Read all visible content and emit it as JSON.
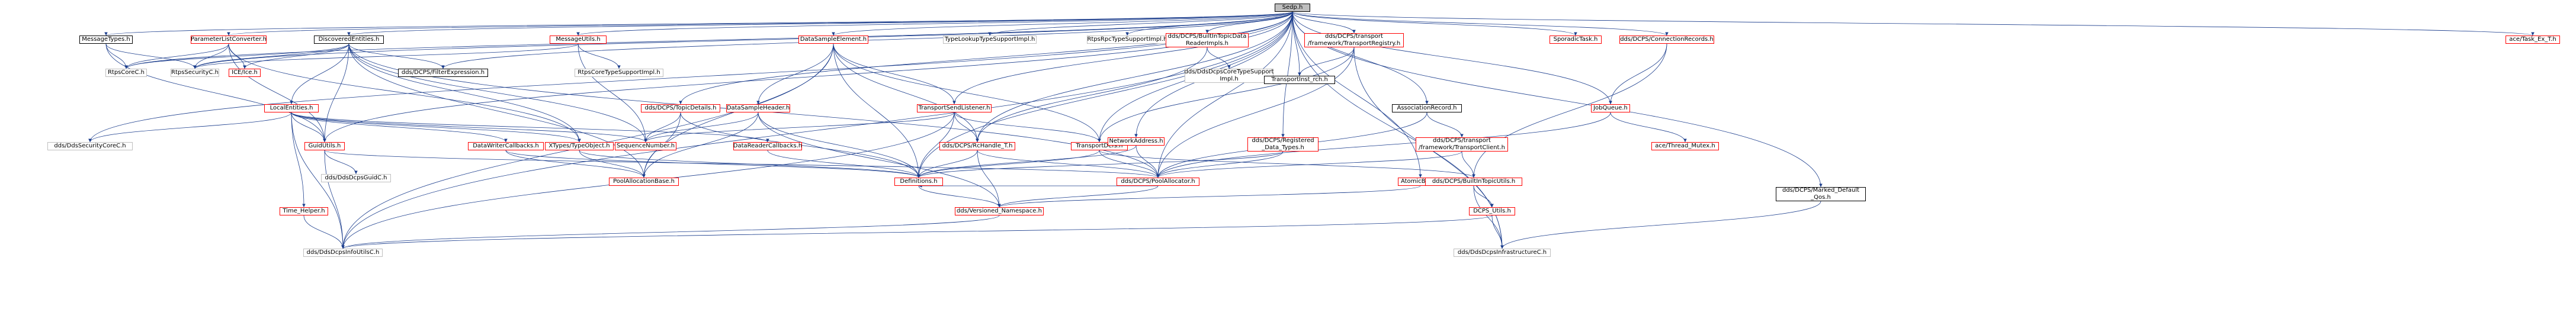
{
  "diagram": {
    "root": "Sedp.h",
    "nodes": [
      {
        "id": "sedp",
        "label": "Sedp.h",
        "kind": "root"
      },
      {
        "id": "msgtypes",
        "label": "MessageTypes.h",
        "kind": "black"
      },
      {
        "id": "plc",
        "label": "ParameterListConverter.h",
        "kind": "red"
      },
      {
        "id": "disc",
        "label": "DiscoveredEntities.h",
        "kind": "black"
      },
      {
        "id": "msgutils",
        "label": "MessageUtils.h",
        "kind": "red"
      },
      {
        "id": "dse",
        "label": "DataSampleElement.h",
        "kind": "red"
      },
      {
        "id": "typelookup",
        "label": "TypeLookupTypeSupportImpl.h",
        "kind": "gray"
      },
      {
        "id": "rtpsrpc",
        "label": "RtpsRpcTypeSupportImpl.h",
        "kind": "gray"
      },
      {
        "id": "builtintopic",
        "label": "dds/DCPS/BuiltInTopicData\nReaderImpls.h",
        "kind": "red"
      },
      {
        "id": "treg",
        "label": "dds/DCPS/transport\n/framework/TransportRegistry.h",
        "kind": "red"
      },
      {
        "id": "sporadic",
        "label": "SporadicTask.h",
        "kind": "red"
      },
      {
        "id": "connrec",
        "label": "dds/DCPS/ConnectionRecords.h",
        "kind": "red"
      },
      {
        "id": "acetask",
        "label": "ace/Task_Ex_T.h",
        "kind": "red"
      },
      {
        "id": "rtpscore",
        "label": "RtpsCoreC.h",
        "kind": "gray"
      },
      {
        "id": "rtpssec",
        "label": "RtpsSecurityC.h",
        "kind": "gray"
      },
      {
        "id": "ice",
        "label": "ICE/Ice.h",
        "kind": "red"
      },
      {
        "id": "filterseq",
        "label": "dds/DCPS/FilterExpression.h",
        "kind": "black"
      },
      {
        "id": "rtpscorets",
        "label": "RtpsCoreTypeSupportImpl.h",
        "kind": "gray"
      },
      {
        "id": "topicdetails",
        "label": "dds/DCPS/TopicDetails.h",
        "kind": "red"
      },
      {
        "id": "dsh",
        "label": "DataSampleHeader.h",
        "kind": "red"
      },
      {
        "id": "tsl",
        "label": "TransportSendListener.h",
        "kind": "red"
      },
      {
        "id": "ddscore",
        "label": "dds/DdsDcpsCoreTypeSupport\nImpl.h",
        "kind": "gray"
      },
      {
        "id": "transportinst",
        "label": "TransportInst_rch.h",
        "kind": "black"
      },
      {
        "id": "assocrec",
        "label": "AssociationRecord.h",
        "kind": "black"
      },
      {
        "id": "jobqueue",
        "label": "JobQueue.h",
        "kind": "red"
      },
      {
        "id": "localent",
        "label": "LocalEntities.h",
        "kind": "red"
      },
      {
        "id": "ddssec",
        "label": "dds/DdsSecurityCoreC.h",
        "kind": "gray"
      },
      {
        "id": "guidutils",
        "label": "GuidUtils.h",
        "kind": "red"
      },
      {
        "id": "dwcb",
        "label": "DataWriterCallbacks.h",
        "kind": "red"
      },
      {
        "id": "xtypes",
        "label": "XTypes/TypeObject.h",
        "kind": "red"
      },
      {
        "id": "seqnum",
        "label": "SequenceNumber.h",
        "kind": "red"
      },
      {
        "id": "drcb",
        "label": "DataReaderCallbacks.h",
        "kind": "red"
      },
      {
        "id": "rchandle",
        "label": "dds/DCPS/RcHandle_T.h",
        "kind": "red"
      },
      {
        "id": "transportdefs",
        "label": "TransportDefs.h",
        "kind": "red"
      },
      {
        "id": "netaddr",
        "label": "NetworkAddress.h",
        "kind": "red"
      },
      {
        "id": "registered",
        "label": "dds/DCPS/Registered\n_Data_Types.h",
        "kind": "red"
      },
      {
        "id": "tclient",
        "label": "dds/DCPS/transport\n/framework/TransportClient.h",
        "kind": "red"
      },
      {
        "id": "threadmutex",
        "label": "ace/Thread_Mutex.h",
        "kind": "red"
      },
      {
        "id": "ddsguid",
        "label": "dds/DdsDcpsGuidC.h",
        "kind": "gray"
      },
      {
        "id": "poolalloc",
        "label": "PoolAllocationBase.h",
        "kind": "red"
      },
      {
        "id": "definitions",
        "label": "Definitions.h",
        "kind": "red"
      },
      {
        "id": "pooldcps",
        "label": "dds/DCPS/PoolAllocator.h",
        "kind": "red"
      },
      {
        "id": "atomicbool",
        "label": "AtomicBool.h",
        "kind": "red"
      },
      {
        "id": "builtinutils",
        "label": "dds/DCPS/BuiltInTopicUtils.h",
        "kind": "red"
      },
      {
        "id": "timehelper",
        "label": "Time_Helper.h",
        "kind": "red"
      },
      {
        "id": "versioned",
        "label": "dds/Versioned_Namespace.h",
        "kind": "red"
      },
      {
        "id": "dcpsutils",
        "label": "DCPS_Utils.h",
        "kind": "red"
      },
      {
        "id": "markeddefault",
        "label": "dds/DCPS/Marked_Default\n_Qos.h",
        "kind": "black"
      },
      {
        "id": "ddsinfo",
        "label": "dds/DdsDcpsInfoUtilsC.h",
        "kind": "gray"
      },
      {
        "id": "ddsinfra",
        "label": "dds/DdsDcpsInfrastructureC.h",
        "kind": "gray"
      }
    ],
    "edges": [
      [
        "sedp",
        "msgtypes"
      ],
      [
        "sedp",
        "plc"
      ],
      [
        "sedp",
        "disc"
      ],
      [
        "sedp",
        "msgutils"
      ],
      [
        "sedp",
        "dse"
      ],
      [
        "sedp",
        "typelookup"
      ],
      [
        "sedp",
        "rtpsrpc"
      ],
      [
        "sedp",
        "builtintopic"
      ],
      [
        "sedp",
        "treg"
      ],
      [
        "sedp",
        "sporadic"
      ],
      [
        "sedp",
        "connrec"
      ],
      [
        "sedp",
        "acetask"
      ],
      [
        "sedp",
        "jobqueue"
      ],
      [
        "sedp",
        "markeddefault"
      ],
      [
        "sedp",
        "ddsinfo"
      ],
      [
        "sedp",
        "definitions"
      ],
      [
        "sedp",
        "pooldcps"
      ],
      [
        "sedp",
        "tsl"
      ],
      [
        "sedp",
        "assocrec"
      ],
      [
        "sedp",
        "transportinst"
      ],
      [
        "sedp",
        "rchandle"
      ],
      [
        "sedp",
        "rtpscore"
      ],
      [
        "sedp",
        "rtpssec"
      ],
      [
        "sedp",
        "filterseq"
      ],
      [
        "sedp",
        "topicdetails"
      ],
      [
        "sedp",
        "netaddr"
      ],
      [
        "sedp",
        "registered"
      ],
      [
        "sedp",
        "atomicbool"
      ],
      [
        "sedp",
        "transportdefs"
      ],
      [
        "sedp",
        "ddsinfra"
      ],
      [
        "sedp",
        "ddssec"
      ],
      [
        "sedp",
        "guidutils"
      ],
      [
        "msgtypes",
        "rtpscore"
      ],
      [
        "msgtypes",
        "rtpssec"
      ],
      [
        "msgtypes",
        "guidutils"
      ],
      [
        "plc",
        "rtpscore"
      ],
      [
        "plc",
        "rtpssec"
      ],
      [
        "plc",
        "ice"
      ],
      [
        "plc",
        "guidutils"
      ],
      [
        "plc",
        "xtypes"
      ],
      [
        "disc",
        "rtpscore"
      ],
      [
        "disc",
        "rtpssec"
      ],
      [
        "disc",
        "ice"
      ],
      [
        "disc",
        "filterseq"
      ],
      [
        "disc",
        "localent"
      ],
      [
        "disc",
        "xtypes"
      ],
      [
        "disc",
        "seqnum"
      ],
      [
        "disc",
        "guidutils"
      ],
      [
        "disc",
        "pooldcps"
      ],
      [
        "disc",
        "poolalloc"
      ],
      [
        "msgutils",
        "rtpscorets"
      ],
      [
        "msgutils",
        "rtpssec"
      ],
      [
        "msgutils",
        "seqnum"
      ],
      [
        "dse",
        "dsh"
      ],
      [
        "dse",
        "tsl"
      ],
      [
        "dse",
        "definitions"
      ],
      [
        "dse",
        "rchandle"
      ],
      [
        "dse",
        "transportdefs"
      ],
      [
        "dse",
        "poolalloc"
      ],
      [
        "dse",
        "ddsinfo"
      ],
      [
        "topicdetails",
        "poolalloc"
      ],
      [
        "topicdetails",
        "definitions"
      ],
      [
        "topicdetails",
        "seqnum"
      ],
      [
        "dsh",
        "seqnum"
      ],
      [
        "dsh",
        "definitions"
      ],
      [
        "dsh",
        "poolalloc"
      ],
      [
        "dsh",
        "versioned"
      ],
      [
        "tsl",
        "rchandle"
      ],
      [
        "tsl",
        "transportdefs"
      ],
      [
        "tsl",
        "definitions"
      ],
      [
        "tsl",
        "seqnum"
      ],
      [
        "tsl",
        "ddsinfo"
      ],
      [
        "builtintopic",
        "ddscore"
      ],
      [
        "builtintopic",
        "rchandle"
      ],
      [
        "treg",
        "transportinst"
      ],
      [
        "treg",
        "pooldcps"
      ],
      [
        "treg",
        "transportdefs"
      ],
      [
        "treg",
        "ddsinfra"
      ],
      [
        "assocrec",
        "tclient"
      ],
      [
        "assocrec",
        "pooldcps"
      ],
      [
        "jobqueue",
        "threadmutex"
      ],
      [
        "jobqueue",
        "pooldcps"
      ],
      [
        "connrec",
        "jobqueue"
      ],
      [
        "connrec",
        "builtinutils"
      ],
      [
        "localent",
        "guidutils"
      ],
      [
        "localent",
        "dwcb"
      ],
      [
        "localent",
        "drcb"
      ],
      [
        "localent",
        "xtypes"
      ],
      [
        "localent",
        "timehelper"
      ],
      [
        "localent",
        "ddsinfo"
      ],
      [
        "localent",
        "ddssec"
      ],
      [
        "localent",
        "seqnum"
      ],
      [
        "guidutils",
        "ddsguid"
      ],
      [
        "guidutils",
        "pooldcps"
      ],
      [
        "guidutils",
        "ddsinfo"
      ],
      [
        "dwcb",
        "poolalloc"
      ],
      [
        "dwcb",
        "definitions"
      ],
      [
        "drcb",
        "definitions"
      ],
      [
        "xtypes",
        "poolalloc"
      ],
      [
        "xtypes",
        "definitions"
      ],
      [
        "rchandle",
        "definitions"
      ],
      [
        "rchandle",
        "pooldcps"
      ],
      [
        "rchandle",
        "versioned"
      ],
      [
        "transportdefs",
        "definitions"
      ],
      [
        "transportdefs",
        "pooldcps"
      ],
      [
        "transportdefs",
        "builtinutils"
      ],
      [
        "netaddr",
        "definitions"
      ],
      [
        "netaddr",
        "pooldcps"
      ],
      [
        "registered",
        "pooldcps"
      ],
      [
        "registered",
        "definitions"
      ],
      [
        "tclient",
        "builtinutils"
      ],
      [
        "tclient",
        "pooldcps"
      ],
      [
        "definitions",
        "versioned"
      ],
      [
        "pooldcps",
        "versioned"
      ],
      [
        "pooldcps",
        "definitions"
      ],
      [
        "atomicbool",
        "versioned"
      ],
      [
        "builtinutils",
        "dcpsutils"
      ],
      [
        "builtinutils",
        "ddsinfra"
      ],
      [
        "timehelper",
        "ddsinfo"
      ],
      [
        "versioned",
        "ddsinfo"
      ],
      [
        "dcpsutils",
        "ddsinfo"
      ],
      [
        "dcpsutils",
        "ddsinfra"
      ],
      [
        "markeddefault",
        "ddsinfra"
      ]
    ]
  }
}
